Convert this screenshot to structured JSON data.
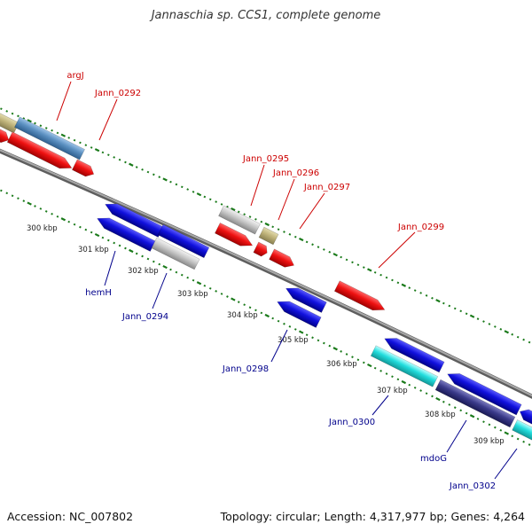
{
  "title": "Jannaschia sp. CCS1, complete genome",
  "footer": {
    "accession": "Accession: NC_007802",
    "summary": "Topology: circular; Length: 4,317,977 bp; Genes: 4,264"
  },
  "colors": {
    "backbone": "#808080",
    "tick": "#1a7a1a",
    "label_forward": "#cc0000",
    "label_reverse": "#00008b",
    "scale_text": "#222222"
  },
  "scale_labels": [
    "300 kbp",
    "301 kbp",
    "302 kbp",
    "303 kbp",
    "304 kbp",
    "305 kbp",
    "306 kbp",
    "307 kbp",
    "308 kbp",
    "309 kbp"
  ],
  "gene_labels_forward": [
    "argJ",
    "Jann_0292",
    "Jann_0295",
    "Jann_0296",
    "Jann_0297",
    "Jann_0299"
  ],
  "gene_labels_reverse": [
    "hemH",
    "Jann_0294",
    "Jann_0298",
    "Jann_0300",
    "mdoG",
    "Jann_0302"
  ],
  "feature_colors": {
    "red": "#ee1111",
    "blue": "#1111dd",
    "cyan": "#22dddd",
    "navy": "#3a3a8a",
    "khaki": "#bfb37a",
    "steel": "#5a8fc0",
    "grey": "#c8c8c8"
  }
}
